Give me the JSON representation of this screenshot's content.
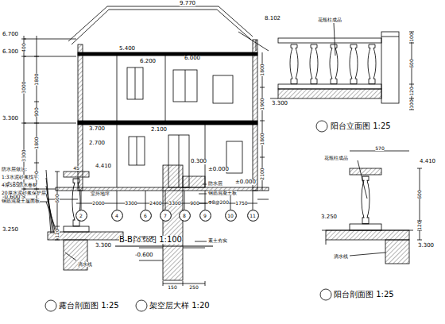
{
  "diagram": {
    "nodes": [
      {
        "text": [
          "2"
        ]
      },
      {
        "text": [
          "4"
        ]
      },
      {
        "text": [
          "6"
        ]
      },
      {
        "text": [
          "7"
        ]
      },
      {
        "text": [
          "8"
        ]
      },
      {
        "text": [
          "9"
        ]
      },
      {
        "text": [
          "10"
        ]
      },
      {
        "text": [
          "11"
        ]
      }
    ],
    "labels": [
      "9.770",
      "8.102",
      "6.700",
      "6.300",
      "3.300",
      "±0.000",
      "-0.600",
      "400",
      "3000",
      "3300",
      "600",
      "1800",
      "900",
      "1800",
      "900",
      "5.400",
      "6.200",
      "6.000",
      "3.700",
      "2.700",
      "2.100",
      "0.300",
      "±0.000",
      "1800",
      "1900",
      "1800",
      "2100",
      "室外地坪",
      "2000",
      "3300",
      "2400",
      "3300",
      "900",
      "1200",
      "1750",
      "B-B剖面图 1:100",
      "花瓶柱成品",
      "100",
      "600",
      "120",
      "100",
      "3.300",
      "阳台立面图 1:25",
      "570",
      "花瓶柱成品",
      "4.410",
      "600",
      "120",
      "3.250",
      "3.300",
      "滴水线",
      "阳台剖面图 1:25",
      "防水层做法:",
      "1:3水泥砂浆找平",
      "4厚SBS防水卷材",
      "20厚水泥砂浆保护层",
      "钢筋混凝土屋面板",
      "4.410",
      "45",
      "600",
      "120",
      "3.250",
      "3.300",
      "滴水线",
      "露台剖面图 1:25",
      "±0.000",
      "防水层",
      "钢筋混凝土板",
      "Φ8@200",
      "素土夯实",
      "-0.500",
      "-0.600",
      "150",
      "250",
      "架空层大样 1:20"
    ]
  }
}
